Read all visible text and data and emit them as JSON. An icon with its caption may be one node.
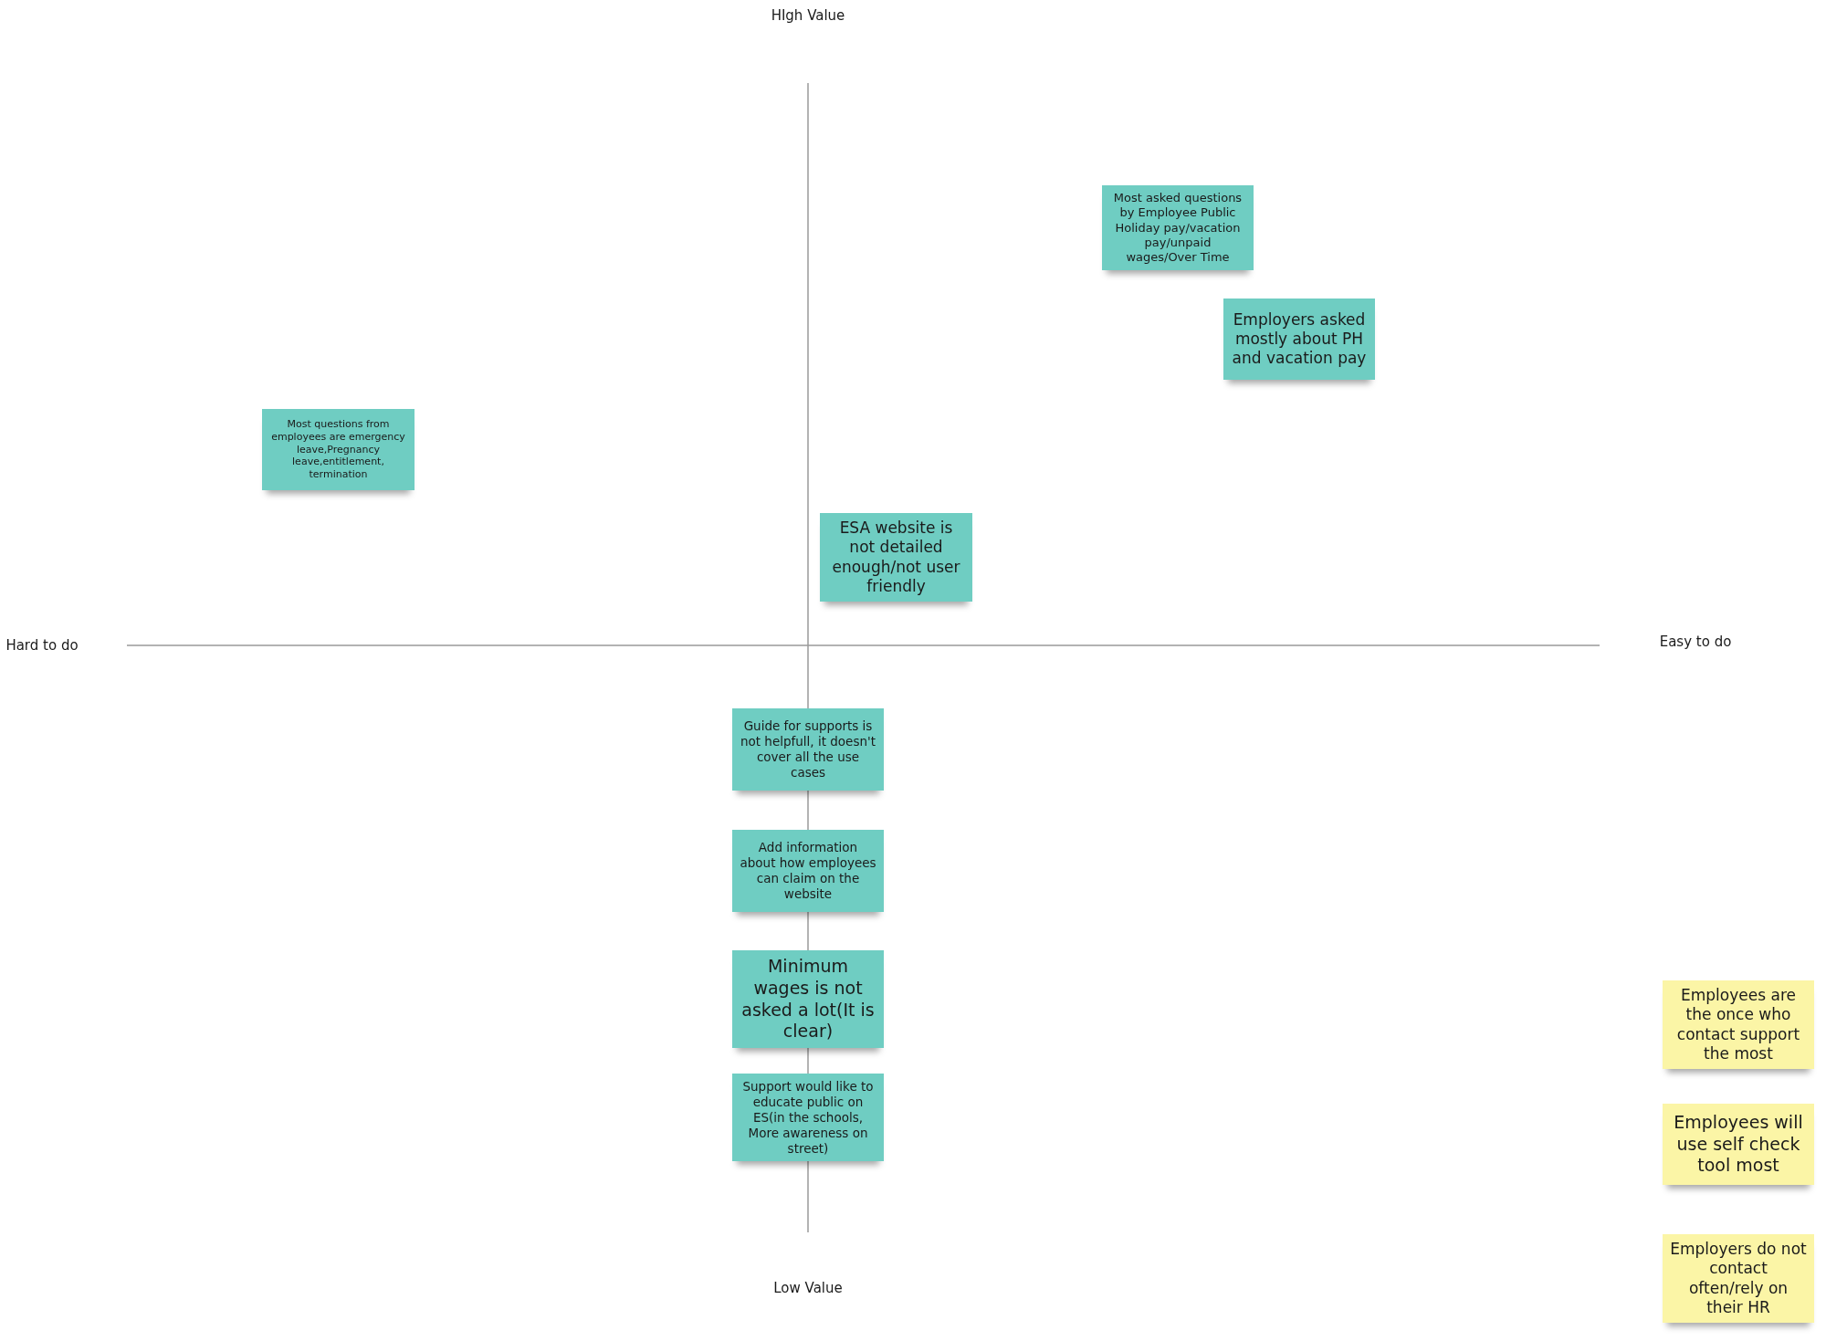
{
  "diagram": {
    "nodes": [
      {
        "text": [
          "Most asked questions by Employee Public Holiday pay/vacation pay/unpaid wages/Over Time"
        ]
      },
      {
        "text": [
          "Employers asked mostly about PH and vacation pay"
        ]
      },
      {
        "text": [
          "Most questions from employees are emergency leave,Pregnancy leave,entitlement, termination"
        ]
      },
      {
        "text": [
          "ESA website is not detailed enough/not user friendly"
        ]
      },
      {
        "text": [
          "Guide for supports is not helpfull, it doesn't cover all the use cases"
        ]
      },
      {
        "text": [
          "Add information about how employees can claim on the website"
        ]
      },
      {
        "text": [
          "Minimum wages is not asked a lot(It is clear)"
        ]
      },
      {
        "text": [
          "Support would like to educate public on ES(in the schools, More awareness on street)"
        ]
      },
      {
        "text": [
          "Employees are the once who contact support the most"
        ]
      },
      {
        "text": [
          "Employees will use self check tool most"
        ]
      },
      {
        "text": [
          "Employers do not contact often/rely on their HR"
        ]
      }
    ],
    "edges": [],
    "labels": [
      "HIgh Value",
      "Hard to do",
      "Easy to do",
      "Low Value"
    ]
  }
}
